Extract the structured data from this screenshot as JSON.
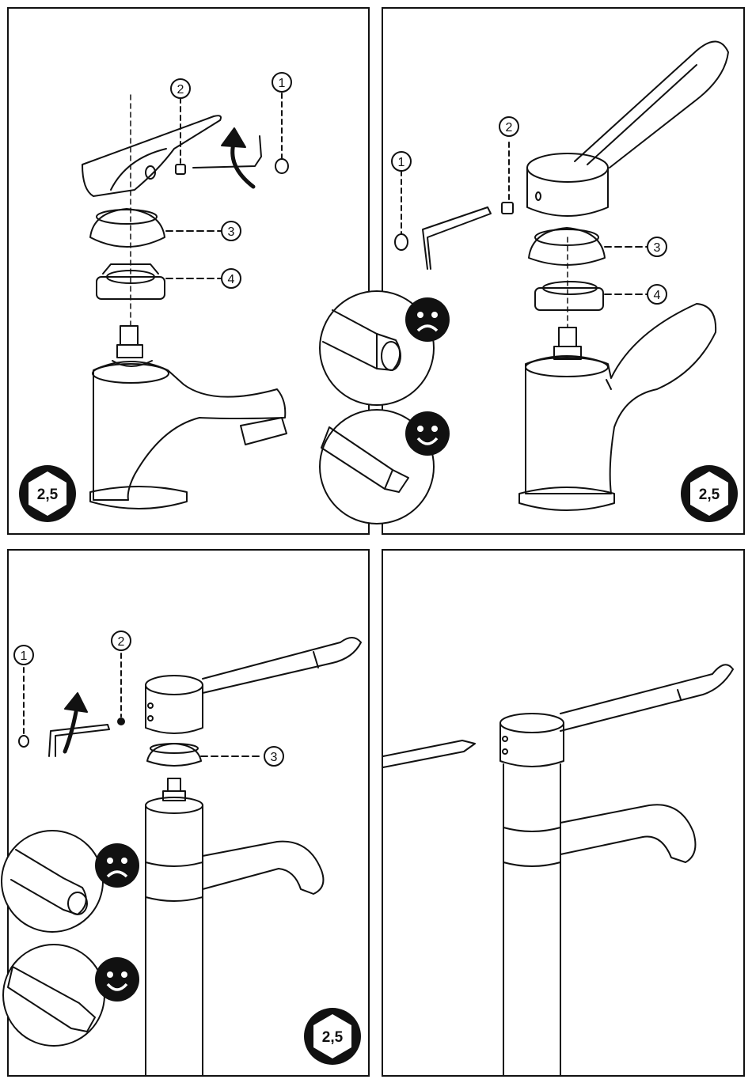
{
  "colors": {
    "ink": "#111111",
    "paper": "#ffffff"
  },
  "panels": [
    {
      "id": "top-left",
      "callouts": [
        "1",
        "2",
        "3",
        "4"
      ],
      "hex_key_size": "2,5"
    },
    {
      "id": "top-right",
      "callouts": [
        "1",
        "2",
        "3",
        "4"
      ],
      "hex_key_size": "2,5"
    },
    {
      "id": "bottom-left",
      "callouts": [
        "1",
        "2",
        "3"
      ],
      "hex_key_size": "2,5"
    },
    {
      "id": "bottom-right",
      "callouts": []
    }
  ],
  "icons": {
    "wrong_key": "sad-face-icon",
    "right_key": "happy-face-icon",
    "rotation": "curved-arrow-icon"
  }
}
